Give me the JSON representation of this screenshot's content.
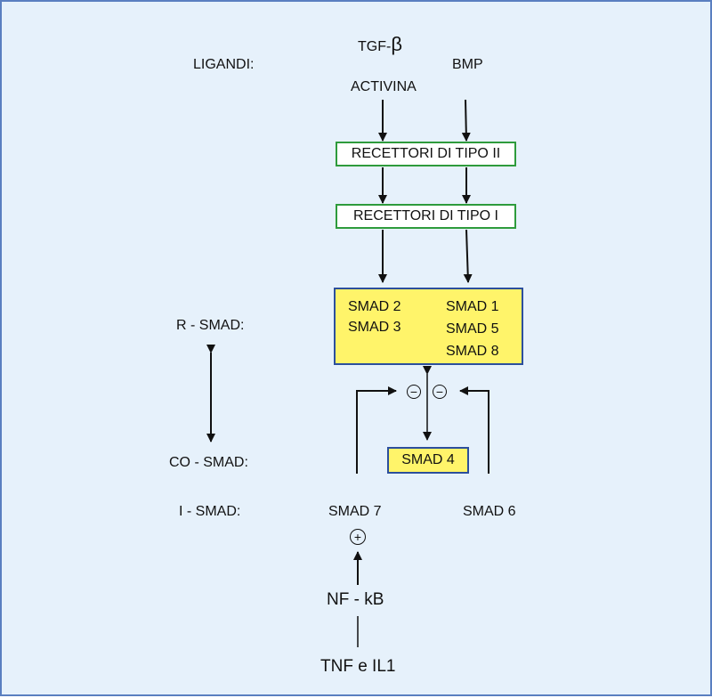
{
  "ligands": {
    "label": "LIGANDI:",
    "tgf_prefix": "TGF-",
    "tgf_symbol": "β",
    "bmp": "BMP",
    "activina": "ACTIVINA"
  },
  "receptors": {
    "type2": "RECETTORI DI TIPO II",
    "type1": "RECETTORI DI TIPO I"
  },
  "r_smad": {
    "label": "R - SMAD:",
    "left": [
      "SMAD 2",
      "SMAD 3"
    ],
    "right": [
      "SMAD 1",
      "SMAD 5",
      "SMAD 8"
    ]
  },
  "co_smad": {
    "label": "CO - SMAD:",
    "item": "SMAD 4"
  },
  "i_smad": {
    "label": "I - SMAD:",
    "smad7": "SMAD 7",
    "smad6": "SMAD 6"
  },
  "signs": {
    "minus": "−",
    "plus": "+"
  },
  "upstream": {
    "nfkb": "NF - kB",
    "tnf": "TNF e IL1"
  },
  "colors": {
    "background": "#e6f1fb",
    "frame": "#5a7fc0",
    "receptor_border": "#2e9b3c",
    "smad_fill": "#fff46a",
    "smad_border": "#2c4f9c"
  }
}
